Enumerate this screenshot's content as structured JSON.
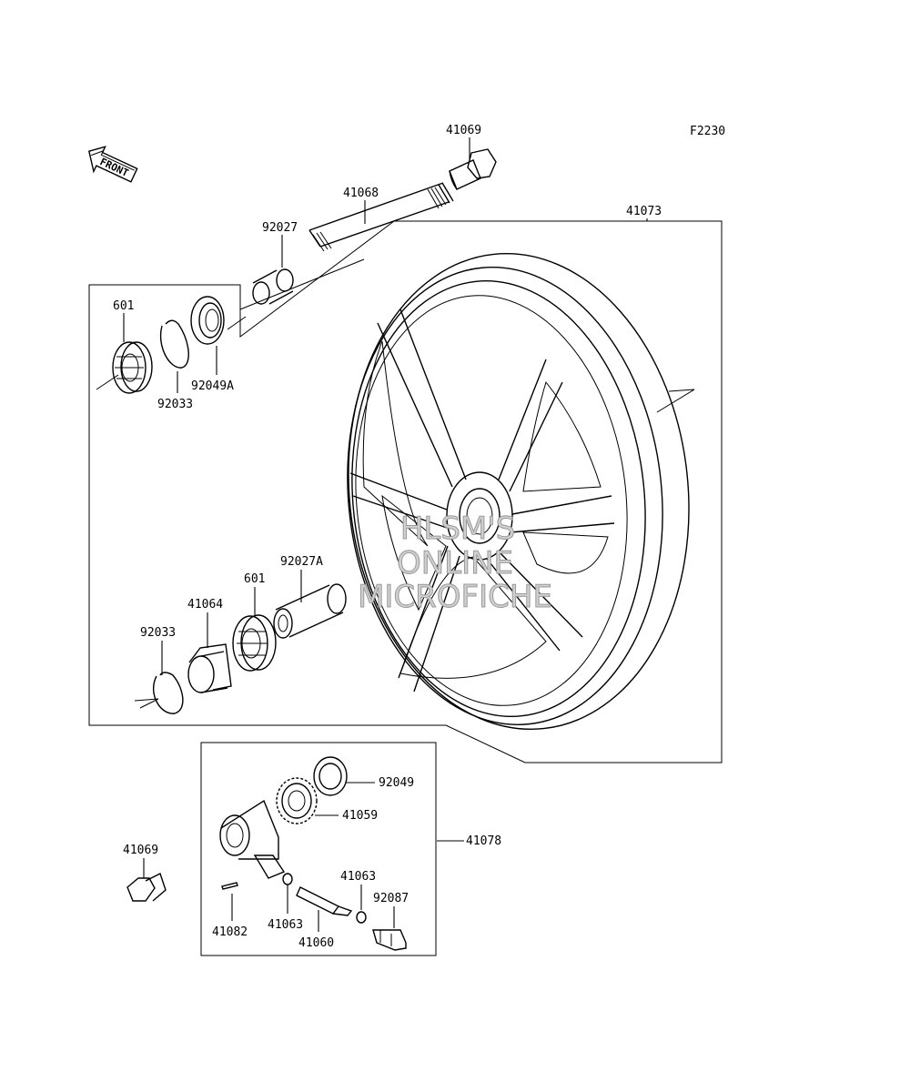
{
  "figure_code": "F2230",
  "front_label": "FRONT",
  "watermark": [
    "HLSM'S",
    "ONLINE",
    "MICROFICHE"
  ],
  "callouts": {
    "p41069_top": "41069",
    "p41068": "41068",
    "p41073": "41073",
    "p92027": "92027",
    "p601_top": "601",
    "p92033_top": "92033",
    "p92049A": "92049A",
    "p92027A": "92027A",
    "p601_mid": "601",
    "p41064": "41064",
    "p92033_mid": "92033",
    "p92049": "92049",
    "p41059": "41059",
    "p41078": "41078",
    "p41069_bot": "41069",
    "p41063_right": "41063",
    "p92087": "92087",
    "p41082": "41082",
    "p41063_left": "41063",
    "p41060": "41060"
  }
}
